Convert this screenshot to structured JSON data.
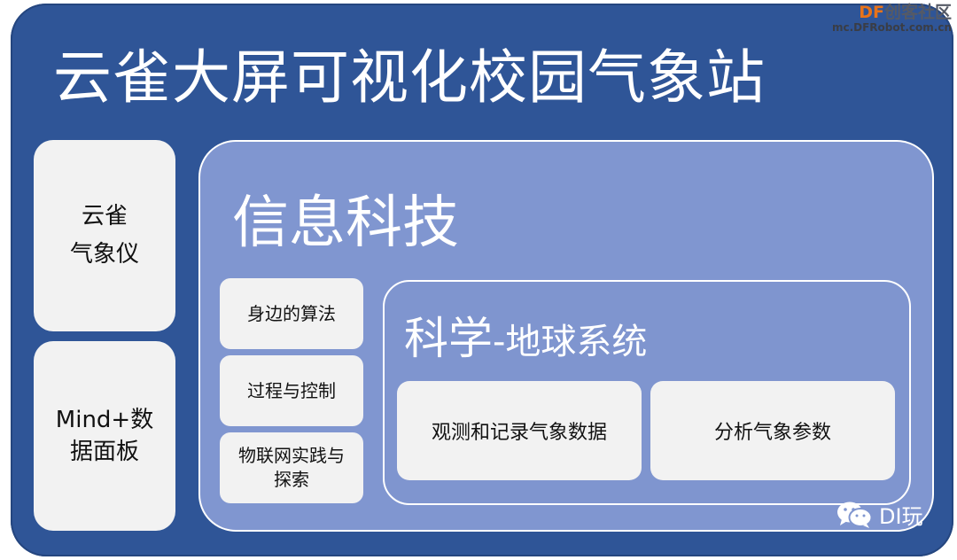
{
  "watermark": {
    "brand_df": "DF",
    "brand_cn": "创客社区",
    "url": "mc.DFRobot.com.cn"
  },
  "main_title": "云雀大屏可视化校园气象站",
  "sidebar": {
    "top_lines": [
      "云雀",
      "气象仪"
    ],
    "bottom_lines": [
      "Mind+数",
      "据面板"
    ]
  },
  "panel": {
    "title": "信息科技",
    "left_items": [
      {
        "lines": [
          "身边的算法"
        ]
      },
      {
        "lines": [
          "过程与控制"
        ]
      },
      {
        "lines": [
          "物联网实践与",
          "探索"
        ]
      }
    ],
    "inner": {
      "title_main": "科学",
      "title_sub": "-地球系统",
      "actions": [
        "观测和记录气象数据",
        "分析气象参数"
      ]
    }
  },
  "credit": {
    "icon": "wechat-icon",
    "label": "DI玩"
  },
  "colors": {
    "background": "#2f5597",
    "panel": "#8096d0",
    "box": "#f2f2f2",
    "brand_orange": "#e8731a"
  }
}
